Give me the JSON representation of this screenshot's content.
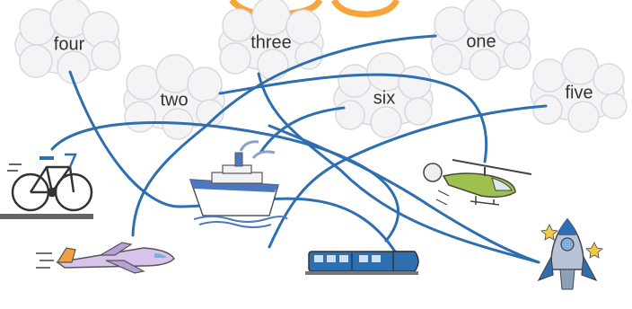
{
  "clouds": {
    "four": "four",
    "three": "three",
    "one": "one",
    "two": "two",
    "six": "six",
    "five": "five"
  },
  "pictures": [
    "bicycle-icon",
    "airplane-icon",
    "ship-icon",
    "train-icon",
    "helicopter-icon",
    "rocket-icon"
  ],
  "colors": {
    "line": "#2e6fb0",
    "cloud_fill": "#f4f4f6",
    "cloud_stroke": "#d8d8de",
    "label": "#333333"
  }
}
